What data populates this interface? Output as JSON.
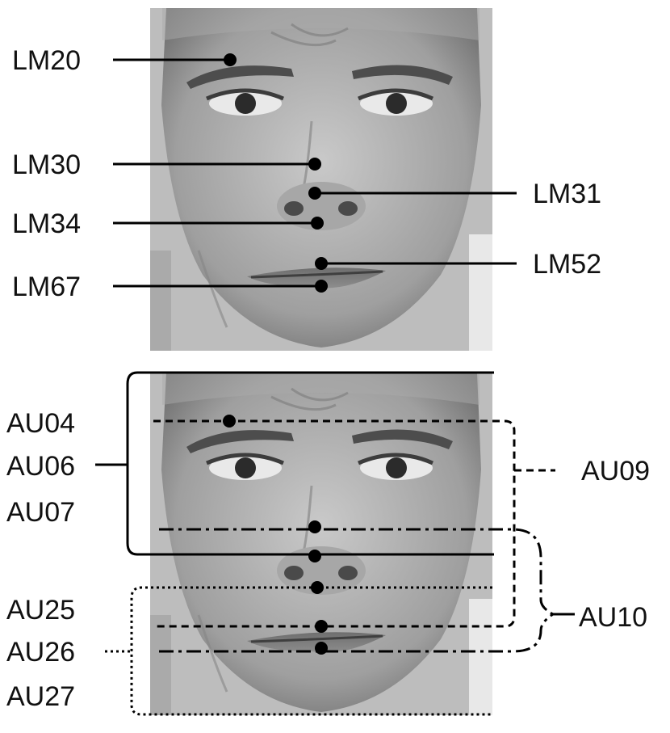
{
  "top_panel": {
    "landmarks": [
      {
        "label": "LM20"
      },
      {
        "label": "LM30"
      },
      {
        "label": "LM31"
      },
      {
        "label": "LM34"
      },
      {
        "label": "LM52"
      },
      {
        "label": "LM67"
      }
    ]
  },
  "bottom_panel": {
    "action_units": [
      {
        "label": "AU04"
      },
      {
        "label": "AU06"
      },
      {
        "label": "AU07"
      },
      {
        "label": "AU09"
      },
      {
        "label": "AU10"
      },
      {
        "label": "AU25"
      },
      {
        "label": "AU26"
      },
      {
        "label": "AU27"
      }
    ]
  },
  "colors": {
    "ink": "#000000",
    "label": "#111111",
    "face_background": "#bdbdbd"
  }
}
